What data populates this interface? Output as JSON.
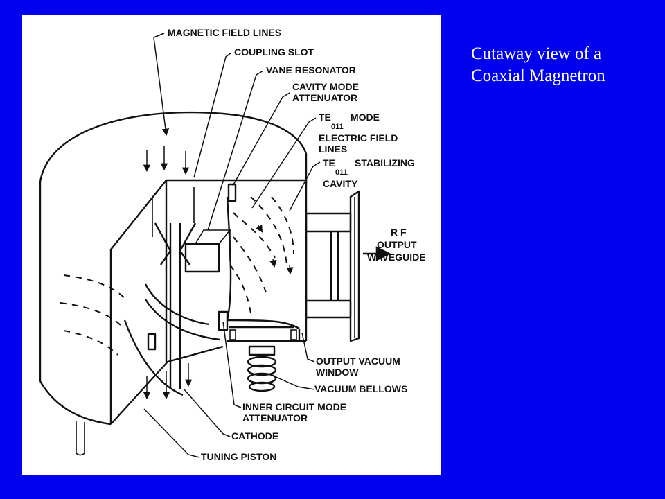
{
  "slide": {
    "background_color": "#0000ee",
    "caption_color": "#ffffff",
    "caption_lines": [
      "Cutaway view of a",
      "Coaxial Magnetron"
    ]
  },
  "diagram": {
    "labels": {
      "magnetic_field_lines": "MAGNETIC FIELD LINES",
      "coupling_slot": "COUPLING SLOT",
      "vane_resonator": "VANE RESONATOR",
      "cavity_mode_attenuator_1": "CAVITY MODE",
      "cavity_mode_attenuator_2": "ATTENUATOR",
      "te011_mode_te": "TE",
      "te011_mode_sub": "011",
      "te011_mode_word": "MODE",
      "electric_field_lines_1": "ELECTRIC FIELD",
      "electric_field_lines_2": "LINES",
      "te011_stab_te": "TE",
      "te011_stab_sub": "011",
      "te011_stab_word": "STABILIZING",
      "te011_stab_cavity": "CAVITY",
      "rf_output_1": "R F",
      "rf_output_2": "OUTPUT",
      "rf_output_3": "WAVEGUIDE",
      "output_vacuum_window_1": "OUTPUT VACUUM",
      "output_vacuum_window_2": "WINDOW",
      "vacuum_bellows": "VACUUM BELLOWS",
      "inner_circuit_mode_attenuator_1": "INNER CIRCUIT MODE",
      "inner_circuit_mode_attenuator_2": "ATTENUATOR",
      "cathode": "CATHODE",
      "tuning_piston": "TUNING PISTON"
    }
  }
}
